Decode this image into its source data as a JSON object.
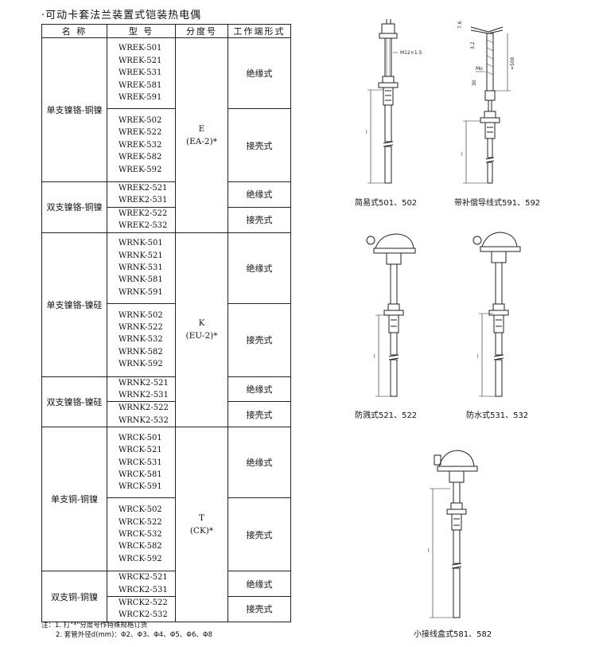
{
  "heading": "·可动卡套法兰装置式铠装热电偶",
  "table": {
    "headers": [
      "名 称",
      "型 号",
      "分度号",
      "工作端形式"
    ],
    "groups": [
      {
        "name": "单支镍铬-铜镍",
        "grade": "E",
        "grade_sub": "(EA-2)*",
        "rows": [
          {
            "models": [
              "WREK-501",
              "WREK-521",
              "WREK-531",
              "WREK-581",
              "WREK-591"
            ],
            "type": "绝缘式"
          },
          {
            "models": [
              "WREK-502",
              "WREK-522",
              "WREK-532",
              "WREK-582",
              "WREK-592"
            ],
            "type": "接壳式"
          }
        ]
      },
      {
        "name": "双支镍铬-铜镍",
        "rows": [
          {
            "models": [
              "WREK2-521",
              "WREK2-531"
            ],
            "type": "绝缘式"
          },
          {
            "models": [
              "WREK2-522",
              "WREK2-532"
            ],
            "type": "接壳式"
          }
        ]
      },
      {
        "name": "单支镍铬-镍硅",
        "grade": "K",
        "grade_sub": "(EU-2)*",
        "rows": [
          {
            "models": [
              "WRNK-501",
              "WRNK-521",
              "WRNK-531",
              "WRNK-581",
              "WRNK-591"
            ],
            "type": "绝缘式"
          },
          {
            "models": [
              "WRNK-502",
              "WRNK-522",
              "WRNK-532",
              "WRNK-582",
              "WRNK-592"
            ],
            "type": "接壳式"
          }
        ]
      },
      {
        "name": "双支镍铬-镍硅",
        "rows": [
          {
            "models": [
              "WRNK2-521",
              "WRNK2-531"
            ],
            "type": "绝缘式"
          },
          {
            "models": [
              "WRNK2-522",
              "WRNK2-532"
            ],
            "type": "接壳式"
          }
        ]
      },
      {
        "name": "单支铜-铜镍",
        "grade": "T",
        "grade_sub": "(CK)*",
        "rows": [
          {
            "models": [
              "WRCK-501",
              "WRCK-521",
              "WRCK-531",
              "WRCK-581",
              "WRCK-591"
            ],
            "type": "绝缘式"
          },
          {
            "models": [
              "WRCK-502",
              "WRCK-522",
              "WRCK-532",
              "WRCK-582",
              "WRCK-592"
            ],
            "type": "接壳式"
          }
        ]
      },
      {
        "name": "双支铜-铜镍",
        "rows": [
          {
            "models": [
              "WRCK2-521",
              "WRCK2-531"
            ],
            "type": "绝缘式"
          },
          {
            "models": [
              "WRCK2-522",
              "WRCK2-532"
            ],
            "type": "接壳式"
          }
        ]
      }
    ]
  },
  "notes": {
    "n1": "注：1. 打\"*\"分度号作特殊规格订货",
    "n2": "2. 套管外径d(mm)：Φ2、Φ3、Φ4、Φ5、Φ6、Φ8"
  },
  "figures": {
    "f1": "简易式501、502",
    "f2": "带补偿导线式591、592",
    "f3": "防溅式521、522",
    "f4": "防水式531、532",
    "f5": "小接线盒式581、582",
    "dim_thread": "M12×1.5",
    "dim_l": "l",
    "dim_500": "≈500",
    "dim_mo": "Mo",
    "dim_76": "7.6",
    "dim_32": "3.2",
    "dim_30": "30"
  }
}
